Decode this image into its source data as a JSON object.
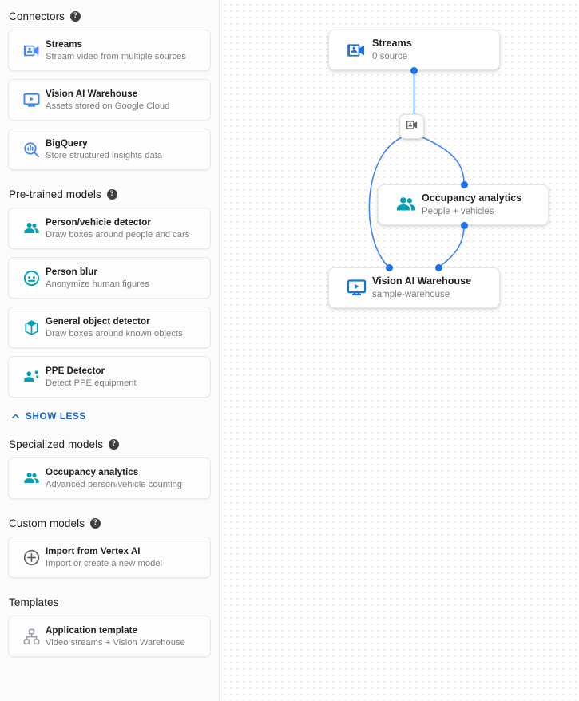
{
  "sidebar": {
    "sections": [
      {
        "title": "Connectors",
        "help": "?",
        "help_icon": "help-circle-icon",
        "items": [
          {
            "title": "Streams",
            "sub": "Stream video from multiple sources",
            "icon": "video-camera-icon",
            "color": "#4285f4"
          },
          {
            "title": "Vision AI Warehouse",
            "sub": "Assets stored on Google Cloud",
            "icon": "monitor-play-icon",
            "color": "#4285f4"
          },
          {
            "title": "BigQuery",
            "sub": "Store structured insights data",
            "icon": "bigquery-search-icon",
            "color": "#4285f4"
          }
        ]
      },
      {
        "title": "Pre-trained models",
        "help": "?",
        "help_icon": "help-circle-icon",
        "items": [
          {
            "title": "Person/vehicle detector",
            "sub": "Draw boxes around people and cars",
            "icon": "people-icon",
            "color": "#00a1b8"
          },
          {
            "title": "Person blur",
            "sub": "Anonymize human figures",
            "icon": "face-blur-icon",
            "color": "#00a1b8"
          },
          {
            "title": "General object detector",
            "sub": "Draw boxes around known objects",
            "icon": "cube-icon",
            "color": "#00a1b8"
          },
          {
            "title": "PPE Detector",
            "sub": "Detect PPE equipment",
            "icon": "ppe-person-icon",
            "color": "#00a1b8"
          }
        ]
      },
      {
        "title": "Specialized models",
        "help": "?",
        "help_icon": "help-circle-icon",
        "items": [
          {
            "title": "Occupancy analytics",
            "sub": "Advanced person/vehicle counting",
            "icon": "people-icon",
            "color": "#00a1b8"
          }
        ]
      },
      {
        "title": "Custom models",
        "help": "?",
        "help_icon": "help-circle-icon",
        "items": [
          {
            "title": "Import from Vertex AI",
            "sub": "Import or create a new model",
            "icon": "plus-circle-icon",
            "color": "#5f6368"
          }
        ]
      },
      {
        "title": "Templates",
        "help": null,
        "items": [
          {
            "title": "Application template",
            "sub": "Video streams + Vision Warehouse",
            "icon": "hierarchy-icon",
            "color": "#9aa0a6"
          }
        ]
      }
    ],
    "show_less": {
      "label": "SHOW LESS",
      "icon": "chevron-up-icon",
      "color": "#1a62d6"
    }
  },
  "canvas": {
    "nodes": [
      {
        "title": "Streams",
        "sub": "0 source",
        "icon": "video-camera-icon",
        "color": "#1a73e8"
      },
      {
        "title": "Occupancy analytics",
        "sub": "People + vehicles",
        "icon": "people-icon",
        "color": "#00a1b8"
      },
      {
        "title": "Vision AI Warehouse",
        "sub": "sample-warehouse",
        "icon": "monitor-play-icon",
        "color": "#1a73e8"
      }
    ],
    "badge": {
      "icon": "video-camera-icon",
      "color": "#5f6368"
    },
    "edge_color": "#4285f4",
    "port_color": "#1a73e8"
  }
}
